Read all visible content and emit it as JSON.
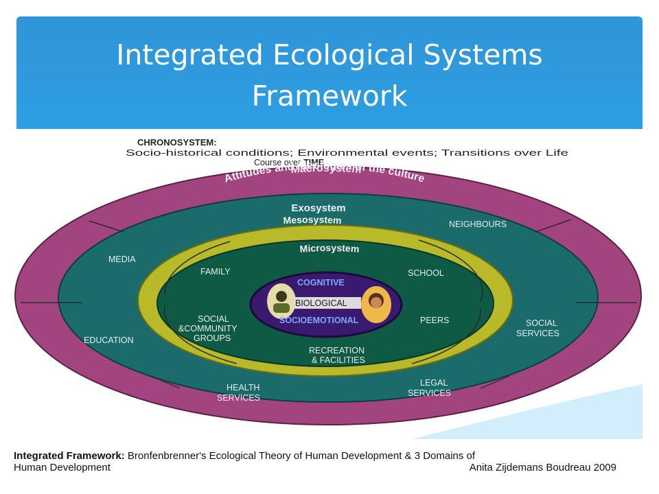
{
  "slide": {
    "title_line1": "Integrated Ecological Systems",
    "title_line2": "Framework"
  },
  "diagram": {
    "chronosystem_label": "CHRONOSYSTEM:",
    "chronosystem_text1": "Socio-historical conditions; Environmental events; Transitions over Life",
    "chronosystem_text2_prefix": "Course over",
    "chronosystem_text2_emph": "TIME",
    "macrosystem_label": "Macrosystem",
    "macrosystem_subtitle": "Attitudes and ideologies of the culture",
    "exosystem_label": "Exosystem",
    "mesosystem_label": "Mesosystem",
    "microsystem_label": "Microsystem",
    "core": {
      "cognitive": "COGNITIVE",
      "biological": "BIOLOGICAL",
      "socioemotional": "SOCIOEMOTIONAL"
    },
    "exo_items": {
      "neighbours": "NEIGHBOURS",
      "media": "MEDIA",
      "education": "EDUCATION",
      "social_services_1": "SOCIAL",
      "social_services_2": "SERVICES",
      "health_1": "HEALTH",
      "health_2": "SERVICES",
      "legal_1": "LEGAL",
      "legal_2": "SERVICES"
    },
    "micro_items": {
      "family": "FAMILY",
      "school": "SCHOOL",
      "peers": "PEERS",
      "social_1": "SOCIAL",
      "social_2": "&COMMUNITY",
      "social_3": "GROUPS",
      "recreation_1": "RECREATION",
      "recreation_2": "& FACILITIES"
    },
    "colors": {
      "macro": "#a2457e",
      "exo": "#1a6b6a",
      "meso": "#b8ba2a",
      "micro": "#0f5a45",
      "core": "#3a1a6e"
    }
  },
  "footer": {
    "label": "Integrated Framework:",
    "text": " Bronfenbrenner's Ecological Theory of Human Development & 3 Domains of",
    "line2": "Human Development",
    "author": "Anita Zijdemans Boudreau  2009"
  }
}
